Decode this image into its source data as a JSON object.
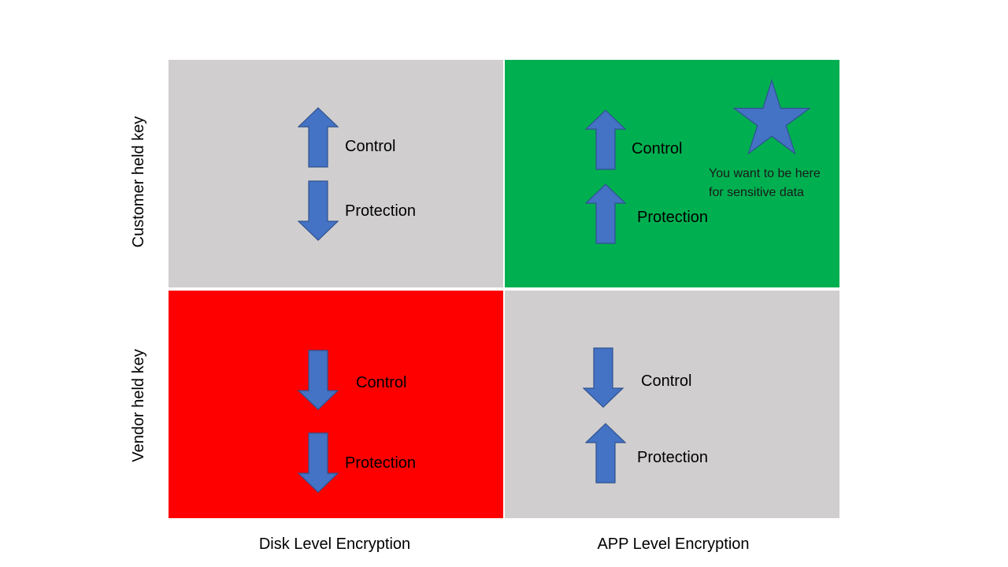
{
  "axes": {
    "y_top": "Customer held key",
    "y_bottom": "Vendor held key",
    "x_left": "Disk Level Encryption",
    "x_right": "APP Level Encryption"
  },
  "colors": {
    "neutral": "#d0cece",
    "good": "#00b050",
    "bad": "#ff0000",
    "shape": "#4472c4",
    "shape_outline": "#2f528f"
  },
  "quadrants": {
    "top_left": {
      "control_label": "Control",
      "control_direction": "up",
      "protection_label": "Protection",
      "protection_direction": "down"
    },
    "top_right": {
      "control_label": "Control",
      "control_direction": "up",
      "protection_label": "Protection",
      "protection_direction": "up",
      "note_line1": "You want to be here",
      "note_line2": "for sensitive data"
    },
    "bottom_left": {
      "control_label": "Control",
      "control_direction": "down",
      "protection_label": "Protection",
      "protection_direction": "down"
    },
    "bottom_right": {
      "control_label": "Control",
      "control_direction": "down",
      "protection_label": "Protection",
      "protection_direction": "up"
    }
  }
}
